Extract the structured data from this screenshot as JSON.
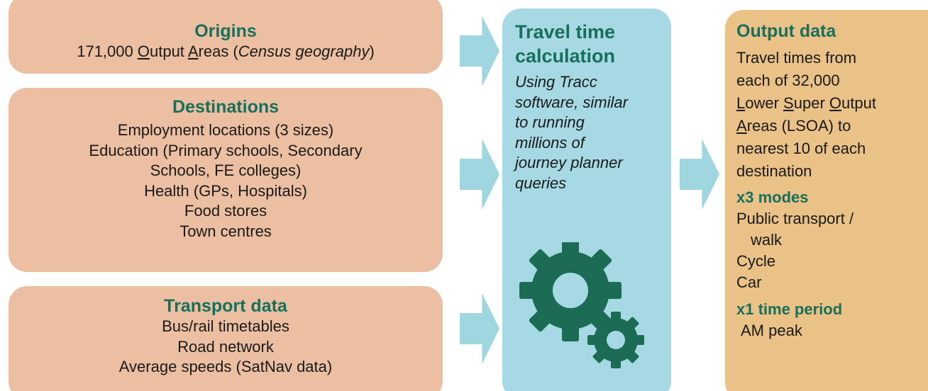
{
  "origins": {
    "heading": "Origins",
    "line_prefix": "171,000 ",
    "word1_initial": "O",
    "word1_rest": "utput ",
    "word2_initial": "A",
    "word2_rest": "reas (",
    "geography": "Census geography",
    "line_suffix": ")"
  },
  "destinations": {
    "heading": "Destinations",
    "lines": [
      "Employment locations (3 sizes)",
      "Education (Primary schools, Secondary",
      "Schools, FE colleges)",
      "Health (GPs, Hospitals)",
      "Food stores",
      "Town centres"
    ]
  },
  "transport": {
    "heading": "Transport data",
    "lines": [
      "Bus/rail timetables",
      "Road network",
      "Average speeds (SatNav data)"
    ]
  },
  "calculation": {
    "heading_lines": [
      "Travel time",
      "calculation"
    ],
    "body_lines": [
      "Using Tracc",
      "software, similar",
      "to running",
      "millions of",
      "journey planner",
      "queries"
    ],
    "icon": "gears-icon"
  },
  "output": {
    "heading": "Output data",
    "desc_line1": "Travel times from",
    "desc_line2": "each of 32,000",
    "desc_line3_parts": [
      "L",
      "ower ",
      "S",
      "uper ",
      "O",
      "utput"
    ],
    "desc_line4_parts": [
      "A",
      "reas (LSOA) to"
    ],
    "desc_line5": "nearest 10 of each",
    "desc_line6": "destination",
    "modes_heading": "x3 modes",
    "modes": [
      "Public transport /",
      "walk",
      "Cycle",
      "Car"
    ],
    "period_heading": "x1 time period",
    "period": "AM peak"
  },
  "colors": {
    "input_box": "#ecbfa2",
    "calc_box": "#a6d9e3",
    "output_box": "#eac186",
    "arrow": "#9fd6e0",
    "heading_green": "#17705c",
    "gear": "#1b6b55"
  }
}
